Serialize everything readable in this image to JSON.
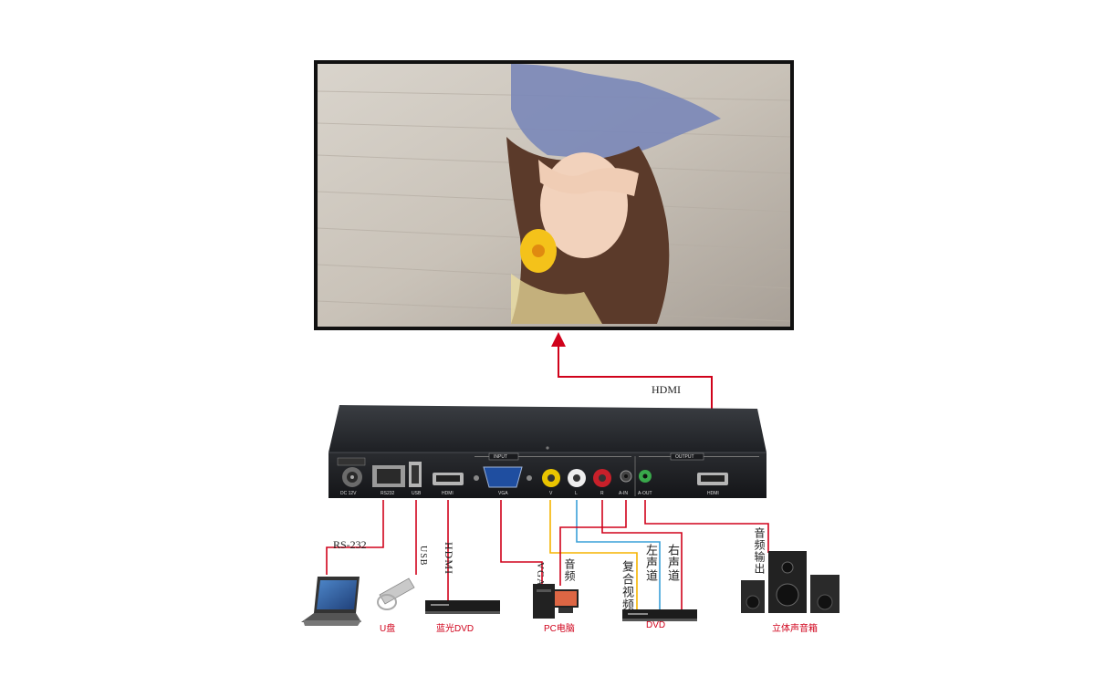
{
  "cables": {
    "hdmi_out": "HDMI",
    "rs232": "RS-232",
    "usb": "USB",
    "hdmi_in": "HDMI",
    "vga": "VGA",
    "pc_audio": "音频",
    "composite": "复合视频",
    "left": "左声道",
    "right": "右声道",
    "audio_out": "音频输出"
  },
  "devices": {
    "usb_disk": "U盘",
    "bluray": "蓝光DVD",
    "pc": "PC电脑",
    "dvd": "DVD",
    "speakers": "立体声音箱"
  },
  "panel": {
    "dc": "DC 12V",
    "rs232": "RS232",
    "usb": "USB",
    "hdmi": "HDMI",
    "input": "INPUT",
    "vga": "VGA",
    "v": "V",
    "l": "L",
    "r": "R",
    "ain": "A-IN",
    "aout": "A-OUT",
    "output": "OUTPUT",
    "hdmi_out": "HDMI"
  },
  "colors": {
    "red_wire": "#d0021b",
    "yellow_wire": "#f5b400",
    "blue_wire": "#3aa0d8",
    "label_red": "#d0021b"
  }
}
